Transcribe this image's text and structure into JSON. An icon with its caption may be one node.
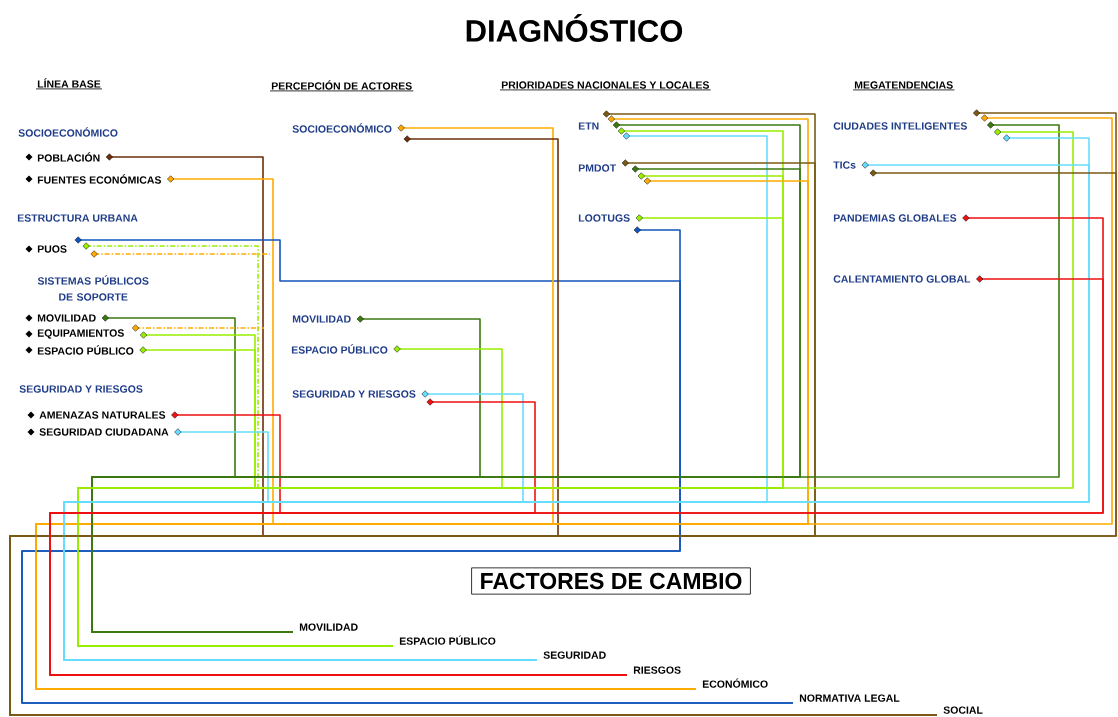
{
  "diagram": {
    "title": "DIAGNÓSTICO",
    "nodes": [
      {
        "text": [
          "POBLACIÓN"
        ]
      },
      {
        "text": [
          "FUENTES ECONÓMICAS"
        ]
      },
      {
        "text": [
          "PUOS"
        ]
      },
      {
        "text": [
          "MOVILIDAD"
        ]
      },
      {
        "text": [
          "EQUIPAMIENTOS"
        ]
      },
      {
        "text": [
          "ESPACIO PÚBLICO"
        ]
      },
      {
        "text": [
          "AMENAZAS NATURALES"
        ]
      },
      {
        "text": [
          "SEGURIDAD CIUDADANA"
        ]
      },
      {
        "text": [
          "SOCIOECONÓMICO"
        ]
      },
      {
        "text": [
          "MOVILIDAD"
        ]
      },
      {
        "text": [
          "ESPACIO PÚBLICO"
        ]
      },
      {
        "text": [
          "SEGURIDAD Y RIESGOS"
        ]
      },
      {
        "text": [
          "ETN"
        ]
      },
      {
        "text": [
          "PMDOT"
        ]
      },
      {
        "text": [
          "LOOTUGS"
        ]
      },
      {
        "text": [
          "CIUDADES INTELIGENTES"
        ]
      },
      {
        "text": [
          "TICs"
        ]
      },
      {
        "text": [
          "PANDEMIAS GLOBALES"
        ]
      },
      {
        "text": [
          "CALENTAMIENTO GLOBAL"
        ]
      },
      {
        "text": [
          "FACTORES DE CAMBIO"
        ]
      },
      {
        "text": [
          "MOVILIDAD"
        ]
      },
      {
        "text": [
          "ESPACIO PÚBLICO"
        ]
      },
      {
        "text": [
          "SEGURIDAD"
        ]
      },
      {
        "text": [
          "RIESGOS"
        ]
      },
      {
        "text": [
          "ECONÓMICO"
        ]
      },
      {
        "text": [
          "NORMATIVA LEGAL"
        ]
      },
      {
        "text": [
          "SOCIAL"
        ]
      }
    ],
    "edges": [
      {
        "from": 0,
        "to": 26,
        "arrow": "other",
        "color": "#6b2f0c"
      },
      {
        "from": 1,
        "to": 24,
        "arrow": "other",
        "color": "#ffaa00"
      },
      {
        "from": 2,
        "to": 25,
        "arrow": "other",
        "color": "#1155bb"
      },
      {
        "from": 2,
        "to": 21,
        "arrow": "other",
        "style": "dashed",
        "color": "#99ee00"
      },
      {
        "from": 2,
        "to": null,
        "arrow": "other",
        "style": "dashed",
        "color": "#ffaa00"
      },
      {
        "from": 3,
        "to": 20,
        "arrow": "other",
        "color": "#3b7a10"
      },
      {
        "from": 4,
        "to": null,
        "arrow": "other",
        "style": "dashed",
        "color": "#ffaa00"
      },
      {
        "from": 4,
        "to": 21,
        "arrow": "other",
        "color": "#99ee00"
      },
      {
        "from": 5,
        "to": 21,
        "arrow": "other",
        "color": "#99ee00"
      },
      {
        "from": 6,
        "to": 23,
        "arrow": "other",
        "color": "#ee1111"
      },
      {
        "from": 7,
        "to": 22,
        "arrow": "other",
        "color": "#66ddff"
      },
      {
        "from": 8,
        "to": 24,
        "arrow": "other",
        "color": "#ffaa00"
      },
      {
        "from": 8,
        "to": 26,
        "arrow": "other",
        "color": "#6b2f0c"
      },
      {
        "from": 9,
        "to": 20,
        "arrow": "other",
        "color": "#3b7a10"
      },
      {
        "from": 10,
        "to": 21,
        "arrow": "other",
        "color": "#99ee00"
      },
      {
        "from": 11,
        "to": 22,
        "arrow": "other",
        "color": "#66ddff"
      },
      {
        "from": 11,
        "to": 23,
        "arrow": "other",
        "color": "#ee1111"
      },
      {
        "from": 12,
        "to": 26,
        "arrow": "other",
        "color": "#7a5a14"
      },
      {
        "from": 12,
        "to": 24,
        "arrow": "other",
        "color": "#ffaa00"
      },
      {
        "from": 12,
        "to": 20,
        "arrow": "other",
        "color": "#3b7a10"
      },
      {
        "from": 12,
        "to": 21,
        "arrow": "other",
        "color": "#99ee00"
      },
      {
        "from": 12,
        "to": 22,
        "arrow": "other",
        "color": "#66ddff"
      },
      {
        "from": 13,
        "to": 26,
        "arrow": "other",
        "color": "#7a5a14"
      },
      {
        "from": 13,
        "to": 20,
        "arrow": "other",
        "color": "#3b7a10"
      },
      {
        "from": 13,
        "to": 21,
        "arrow": "other",
        "color": "#99ee00"
      },
      {
        "from": 13,
        "to": 24,
        "arrow": "other",
        "color": "#ffaa00"
      },
      {
        "from": 14,
        "to": 21,
        "arrow": "other",
        "color": "#99ee00"
      },
      {
        "from": 14,
        "to": 25,
        "arrow": "other",
        "color": "#1155bb"
      },
      {
        "from": 15,
        "to": 26,
        "arrow": "other",
        "color": "#7a5a14"
      },
      {
        "from": 15,
        "to": 24,
        "arrow": "other",
        "color": "#ffaa00"
      },
      {
        "from": 15,
        "to": 20,
        "arrow": "other",
        "color": "#3b7a10"
      },
      {
        "from": 15,
        "to": 21,
        "arrow": "other",
        "color": "#99ee00"
      },
      {
        "from": 15,
        "to": 22,
        "arrow": "other",
        "color": "#66ddff"
      },
      {
        "from": 16,
        "to": 22,
        "arrow": "other",
        "color": "#66ddff"
      },
      {
        "from": 16,
        "to": 26,
        "arrow": "other",
        "color": "#7a5a14"
      },
      {
        "from": 17,
        "to": 23,
        "arrow": "other",
        "color": "#ee1111"
      },
      {
        "from": 18,
        "to": 23,
        "arrow": "other",
        "color": "#ee1111"
      }
    ],
    "labels": [
      "LÍNEA BASE",
      "PERCEPCIÓN DE ACTORES",
      "PRIORIDADES NACIONALES Y LOCALES",
      "MEGATENDENCIAS",
      "SOCIOECONÓMICO",
      "ESTRUCTURA URBANA",
      "SISTEMAS PÚBLICOS DE SOPORTE",
      "SEGURIDAD Y RIESGOS"
    ]
  }
}
